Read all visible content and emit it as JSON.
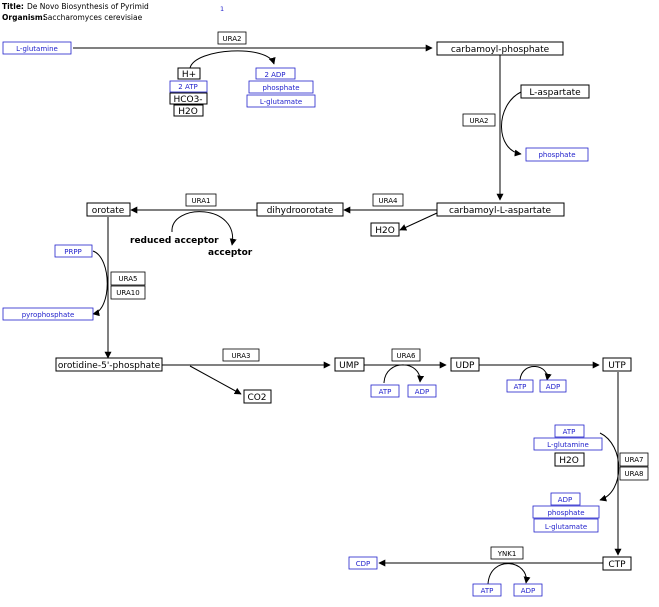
{
  "header": {
    "title_label": "Title:",
    "title_value": "De Novo Biosynthesis of Pyrimid",
    "organism_label": "Organism:",
    "organism_value": "Saccharomyces cerevisiae",
    "page_number": "1"
  },
  "colors": {
    "main": "#000000",
    "side": "#2222cc"
  },
  "nodes": {
    "l_glutamine": "L-glutamine",
    "carbamoyl_phosphate": "carbamoyl-phosphate",
    "l_aspartate": "L-aspartate",
    "phosphate_1": "phosphate",
    "ura2_top": "URA2",
    "h_plus": "H+",
    "atp2": "2 ATP",
    "hco3": "HCO3-",
    "h2o_1": "H2O",
    "adp2": "2 ADP",
    "phosphate_2": "phosphate",
    "l_glutamate_1": "L-glutamate",
    "ura2_right": "URA2",
    "orotate": "orotate",
    "ura1": "URA1",
    "dihydroorotate": "dihydroorotate",
    "ura4": "URA4",
    "carbamoyl_l_aspartate": "carbamoyl-L-aspartate",
    "h2o_2": "H2O",
    "reduced_acceptor": "reduced acceptor",
    "acceptor": "acceptor",
    "prpp": "PRPP",
    "ura5": "URA5",
    "ura10": "URA10",
    "pyrophosphate": "pyrophosphate",
    "orotidine": "orotidine-5'-phosphate",
    "ura3": "URA3",
    "co2": "CO2",
    "ump": "UMP",
    "ura6": "URA6",
    "atp_1": "ATP",
    "adp_1": "ADP",
    "udp": "UDP",
    "atp_2": "ATP",
    "adp_2": "ADP",
    "utp": "UTP",
    "atp_3": "ATP",
    "l_glutamine_2": "L-glutamine",
    "h2o_3": "H2O",
    "ura7": "URA7",
    "ura8": "URA8",
    "adp_3": "ADP",
    "phosphate_3": "phosphate",
    "l_glutamate_2": "L-glutamate",
    "ctp": "CTP",
    "ynk1": "YNK1",
    "cdp": "CDP",
    "atp_4": "ATP",
    "adp_4": "ADP"
  }
}
